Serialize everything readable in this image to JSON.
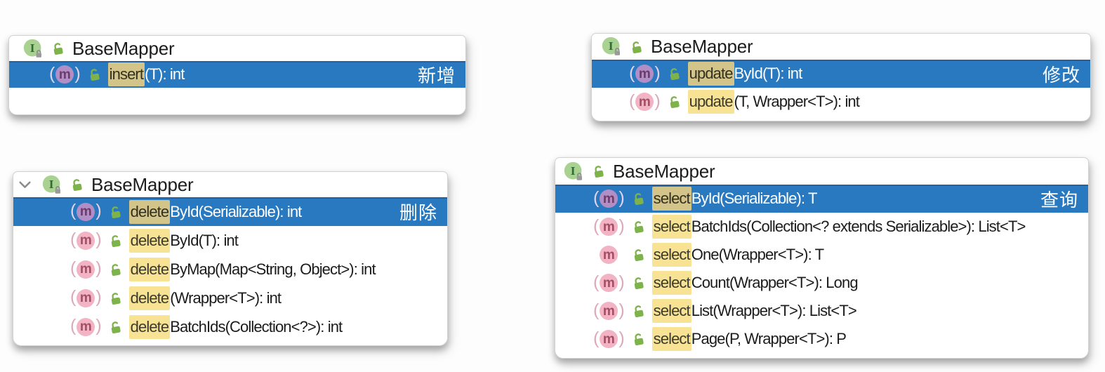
{
  "colors": {
    "selection_blue": "#2979C1",
    "match_highlight": "#F8E294",
    "match_highlight_selected": "#D3C489",
    "panel_border": "#D2D2D2",
    "text_dark": "#1C1C1C",
    "text_selected": "#FFFFFF",
    "iface_bg": "#A9D192",
    "iface_fg": "#2F6B33",
    "lock_green": "#7DB34A",
    "m_bg": "#F2B3C4",
    "m_fg": "#A34E63",
    "m_bg_sel": "#B18FC6",
    "m_fg_sel": "#6E3A68",
    "chevron": "#8C8C8C",
    "paren": "#DBA9B9",
    "paren_sel": "#E4D4EA"
  },
  "icons": {
    "interface_letter": "I",
    "method_letter": "m"
  },
  "panels": [
    {
      "header": "BaseMapper",
      "rows": [
        {
          "prefix": "insert",
          "rest": "(T): int",
          "selected": true,
          "tag": "新增"
        }
      ]
    },
    {
      "header": "BaseMapper",
      "rows": [
        {
          "prefix": "update",
          "rest": "ById(T): int",
          "selected": true,
          "tag": "修改"
        },
        {
          "prefix": "update",
          "rest": "(T, Wrapper<T>): int"
        }
      ]
    },
    {
      "header": "BaseMapper",
      "expanded": true,
      "rows": [
        {
          "prefix": "delete",
          "rest": "ById(Serializable): int",
          "selected": true,
          "tag": "删除"
        },
        {
          "prefix": "delete",
          "rest": "ById(T): int"
        },
        {
          "prefix": "delete",
          "rest": "ByMap(Map<String, Object>): int"
        },
        {
          "prefix": "delete",
          "rest": "(Wrapper<T>): int"
        },
        {
          "prefix": "delete",
          "rest": "BatchIds(Collection<?>): int"
        }
      ]
    },
    {
      "header": "BaseMapper",
      "rows": [
        {
          "prefix": "select",
          "rest": "ById(Serializable): T",
          "selected": true,
          "tag": "查询"
        },
        {
          "prefix": "select",
          "rest": "BatchIds(Collection<? extends Serializable>): List<T>"
        },
        {
          "prefix": "select",
          "rest": "One(Wrapper<T>): T",
          "parens": false
        },
        {
          "prefix": "select",
          "rest": "Count(Wrapper<T>): Long"
        },
        {
          "prefix": "select",
          "rest": "List(Wrapper<T>): List<T>"
        },
        {
          "prefix": "select",
          "rest": "Page(P, Wrapper<T>): P"
        }
      ]
    }
  ]
}
